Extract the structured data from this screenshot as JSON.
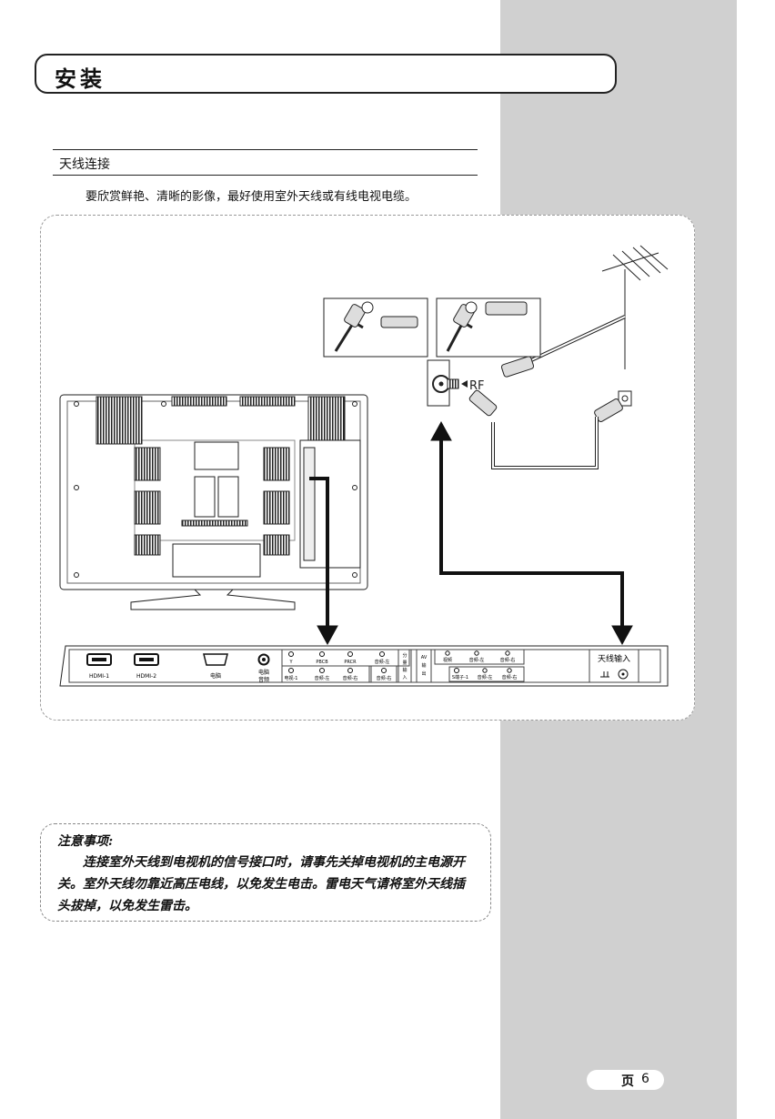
{
  "header": {
    "title": "安装"
  },
  "section": {
    "title": "天线连接",
    "intro": "要欣赏鲜艳、清晰的影像，最好使用室外天线或有线电视电缆。"
  },
  "diagram": {
    "rf_label": "RF",
    "ports": {
      "hdmi1": "HDMI-1",
      "hdmi2": "HDMI-2",
      "pc": "电脑",
      "pc_audio_line1": "电脑",
      "pc_audio_line2": "音频",
      "y": "Y",
      "pbcb": "PBCB",
      "prcr": "PRCR",
      "audio_left_top": "音频-左",
      "video1": "电视-1",
      "audio_left_bottom": "音频-左",
      "audio_right_bottom": "音频-右",
      "audio_right_2": "音频-右",
      "component_in": [
        "分",
        "量",
        "输",
        "入"
      ],
      "av_out": [
        "AV",
        "输",
        "出"
      ],
      "out_video": "视频",
      "out_audio_left": "音频-左",
      "out_audio_right": "音频-右",
      "s_video": "S端子-1",
      "out2_audio_left": "音频-左",
      "out2_audio_right": "音频-右",
      "antenna_in": "天线输入"
    }
  },
  "note": {
    "title": "注意事项:",
    "body": "连接室外天线到电视机的信号接口时，请事先关掉电视机的主电源开关。室外天线勿靠近高压电线，以免发生电击。雷电天气请将室外天线插头拔掉，以免发生雷击。"
  },
  "footer": {
    "page_label": "页",
    "page_number": "6"
  }
}
